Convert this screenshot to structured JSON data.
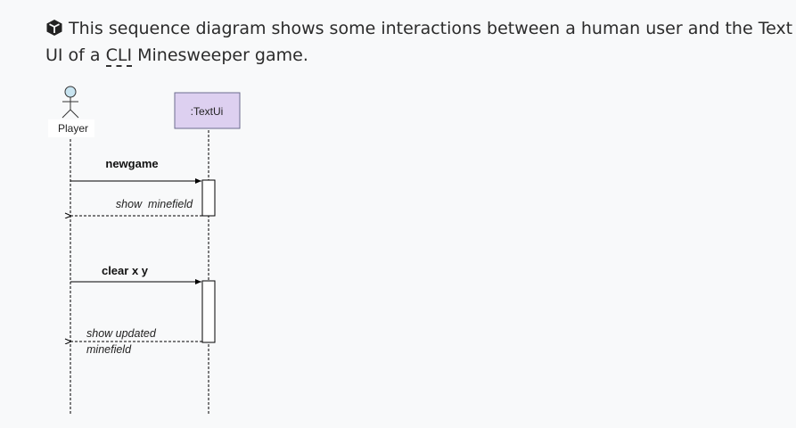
{
  "caption": {
    "icon": "package-icon",
    "before_abbr": "This sequence diagram shows some interactions between a human user and the Text UI of a ",
    "abbr": "CLI",
    "after_abbr": " Minesweeper game."
  },
  "diagram": {
    "actor_label": "Player",
    "object_label": ":TextUi",
    "colors": {
      "object_fill": "#ddd0f0",
      "object_border": "#6b6b8f",
      "actor_head": "#c8e4f0"
    },
    "messages": [
      {
        "text": "newgame",
        "kind": "call"
      },
      {
        "text": "show  minefield",
        "kind": "return"
      },
      {
        "text": "clear x y",
        "kind": "call"
      },
      {
        "text_line1": "show updated",
        "text_line2": "minefield",
        "kind": "return"
      }
    ]
  }
}
